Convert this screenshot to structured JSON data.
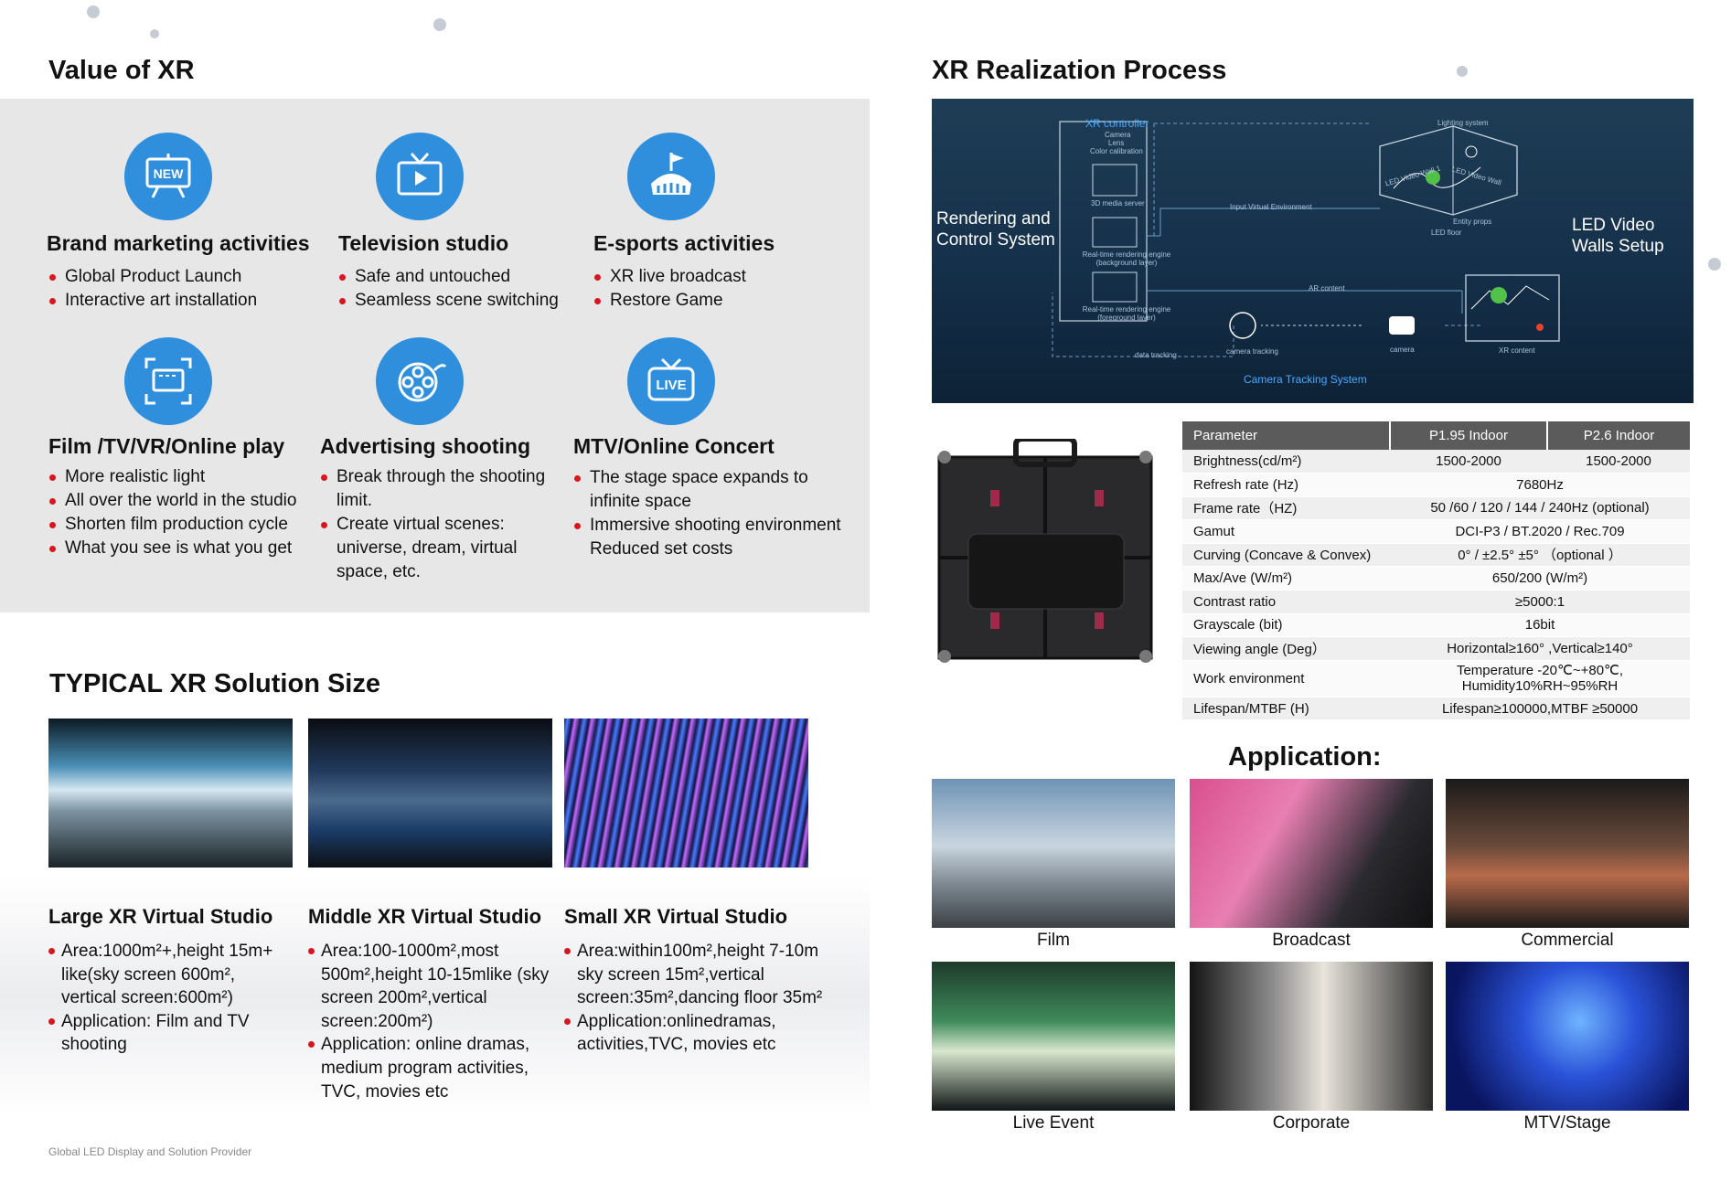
{
  "value_section": {
    "title": "Value of XR",
    "items": [
      {
        "icon": "new-sign-icon",
        "title": "Brand marketing activities",
        "bullets": [
          "Global Product Launch",
          "Interactive art installation"
        ]
      },
      {
        "icon": "television-icon",
        "title": "Television studio",
        "bullets": [
          "Safe and untouched",
          "Seamless scene switching"
        ]
      },
      {
        "icon": "esports-stadium-icon",
        "title": "E-sports activities",
        "bullets": [
          "XR live broadcast",
          "Restore Game"
        ]
      },
      {
        "icon": "film-frame-icon",
        "title": "Film /TV/VR/Online play",
        "bullets": [
          "More realistic light",
          "All over the world in the studio",
          "Shorten film production cycle",
          "What you see is what you get"
        ]
      },
      {
        "icon": "film-reel-icon",
        "title": "Advertising shooting",
        "bullets": [
          "Break through the shooting limit.",
          "Create virtual scenes: universe, dream, virtual space, etc."
        ]
      },
      {
        "icon": "live-tv-icon",
        "title": "MTV/Online Concert",
        "bullets": [
          "The stage space expands to infinite space",
          "Immersive shooting environment Reduced set costs"
        ]
      }
    ]
  },
  "process_section": {
    "title": "XR Realization Process",
    "left_label": "Rendering and Control System",
    "right_label": "LED Video Walls Setup",
    "controller_label": "XR controller",
    "controller_sub": [
      "Camera",
      "Lens",
      "Color calibration"
    ],
    "node_labels": {
      "media_server": "3D media server",
      "bg_engine": "Real-time rendering engine (background layer)",
      "fg_engine": "Real-time rendering engine (foreground layer)",
      "input_env": "Input Virtual Environment",
      "lighting": "Lighting system",
      "ar_content": "AR content",
      "camera_tracking": "camera tracking",
      "camera": "camera",
      "xr_content": "XR content",
      "data_tracking": "data tracking",
      "led_floor": "LED floor",
      "entity_props": "Entity props",
      "led_wall_1": "LED Video Wall 1",
      "led_wall_2": "LED Video Wall"
    },
    "tracking_system": "Camera Tracking System"
  },
  "spec_table": {
    "headers": [
      "Parameter",
      "P1.95 Indoor",
      "P2.6 Indoor"
    ],
    "rows": [
      {
        "param": "Brightness(cd/m²)",
        "values": [
          "1500-2000",
          "1500-2000"
        ]
      },
      {
        "param": "Refresh rate (Hz)",
        "values": [
          "7680Hz"
        ]
      },
      {
        "param": "Frame rate（HZ)",
        "values": [
          "50 /60 / 120 / 144 / 240Hz (optional)"
        ]
      },
      {
        "param": "Gamut",
        "values": [
          "DCI-P3 / BT.2020 / Rec.709"
        ]
      },
      {
        "param": "Curving (Concave & Convex)",
        "values": [
          "0° / ±2.5° ±5° （optional ）"
        ]
      },
      {
        "param": "Max/Ave (W/m²)",
        "values": [
          "650/200 (W/m²)"
        ]
      },
      {
        "param": "Contrast ratio",
        "values": [
          "≥5000:1"
        ]
      },
      {
        "param": "Grayscale (bit)",
        "values": [
          "16bit"
        ]
      },
      {
        "param": "Viewing angle (Deg）",
        "values": [
          "Horizontal≥160° ,Vertical≥140°"
        ]
      },
      {
        "param": "Work environment",
        "values": [
          "Temperature -20℃~+80℃, Humidity10%RH~95%RH"
        ]
      },
      {
        "param": "Lifespan/MTBF (H)",
        "values": [
          "Lifespan≥100000,MTBF ≥50000"
        ]
      }
    ]
  },
  "application": {
    "title": "Application:",
    "items": [
      "Film",
      "Broadcast",
      "Commercial",
      "Live Event",
      "Corporate",
      "MTV/Stage"
    ]
  },
  "typical_section": {
    "title": "TYPICAL XR Solution Size",
    "studios": [
      {
        "title": "Large XR Virtual Studio",
        "bullets": [
          "Area:1000m²+,height 15m+ like(sky screen 600m², vertical screen:600m²)",
          "Application: Film and TV shooting"
        ]
      },
      {
        "title": "Middle XR Virtual Studio",
        "bullets": [
          "Area:100-1000m²,most 500m²,height 10-15mlike (sky screen 200m²,vertical screen:200m²)",
          "Application: online dramas, medium program activities, TVC, movies etc"
        ]
      },
      {
        "title": "Small XR Virtual Studio",
        "bullets": [
          "Area:within100m²,height 7-10m sky screen 15m²,vertical screen:35m²,dancing floor 35m²",
          "Application:onlinedramas, activities,TVC, movies etc"
        ]
      }
    ]
  },
  "footer": "Global LED Display and Solution Provider",
  "colors": {
    "accent_blue": "#2f8fdc",
    "bullet_red": "#d8161f",
    "panel_grey": "#e7e7e7",
    "table_header": "#5b5b5b"
  }
}
